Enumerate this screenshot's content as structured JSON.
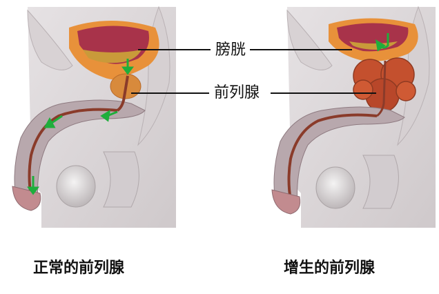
{
  "labels": {
    "bladder": "膀胱",
    "prostate": "前列腺"
  },
  "captions": {
    "normal": "正常的前列腺",
    "enlarged": "增生的前列腺"
  },
  "colors": {
    "bladder_wall": "#e8913a",
    "bladder_inner": "#a8334a",
    "urine": "#c99a3a",
    "prostate_normal": "#d88a3c",
    "prostate_enlarged": "#c4502e",
    "urethra": "#8a3b2a",
    "flow_arrow": "#1fae3c",
    "tissue": "#c9c2c4",
    "penis_shaft": "#9a868c"
  }
}
